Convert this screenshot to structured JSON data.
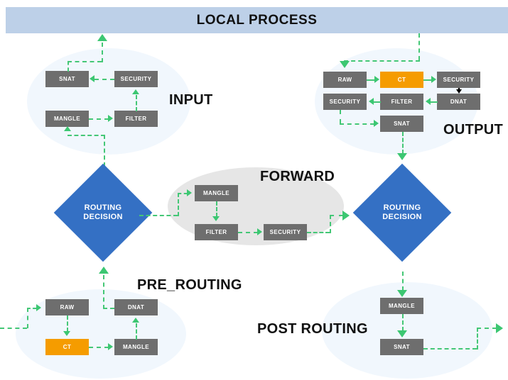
{
  "diagram": {
    "title": "LOCAL PROCESS",
    "colors": {
      "banner": "#bdd0e8",
      "box": "#6e6e6e",
      "box_highlight": "#f59c00",
      "diamond": "#3470c4",
      "arrow": "#3cc772",
      "ellipse_blue": "#f1f7fd",
      "ellipse_gray": "#e6e6e6",
      "black_arrow": "#000000"
    },
    "captions": {
      "input": "INPUT",
      "output": "OUTPUT",
      "forward": "FORWARD",
      "pre_routing": "PRE_ROUTING",
      "post_routing": "POST ROUTING"
    },
    "routing_decision": {
      "line1": "ROUTING",
      "line2": "DECISION"
    },
    "chains": {
      "input": {
        "caption": "INPUT",
        "boxes": [
          {
            "label": "SNAT",
            "highlight": false
          },
          {
            "label": "SECURITY",
            "highlight": false
          },
          {
            "label": "MANGLE",
            "highlight": false
          },
          {
            "label": "FILTER",
            "highlight": false
          }
        ]
      },
      "output": {
        "caption": "OUTPUT",
        "boxes": [
          {
            "label": "RAW",
            "highlight": false
          },
          {
            "label": "CT",
            "highlight": true
          },
          {
            "label": "SECURITY",
            "highlight": false
          },
          {
            "label": "SECURITY",
            "highlight": false
          },
          {
            "label": "FILTER",
            "highlight": false
          },
          {
            "label": "DNAT",
            "highlight": false
          },
          {
            "label": "SNAT",
            "highlight": false
          }
        ]
      },
      "forward": {
        "caption": "FORWARD",
        "boxes": [
          {
            "label": "MANGLE",
            "highlight": false
          },
          {
            "label": "FILTER",
            "highlight": false
          },
          {
            "label": "SECURITY",
            "highlight": false
          }
        ]
      },
      "pre_routing": {
        "caption": "PRE_ROUTING",
        "boxes": [
          {
            "label": "RAW",
            "highlight": false
          },
          {
            "label": "DNAT",
            "highlight": false
          },
          {
            "label": "CT",
            "highlight": true
          },
          {
            "label": "MANGLE",
            "highlight": false
          }
        ]
      },
      "post_routing": {
        "caption": "POST ROUTING",
        "boxes": [
          {
            "label": "MANGLE",
            "highlight": false
          },
          {
            "label": "SNAT",
            "highlight": false
          }
        ]
      }
    }
  }
}
